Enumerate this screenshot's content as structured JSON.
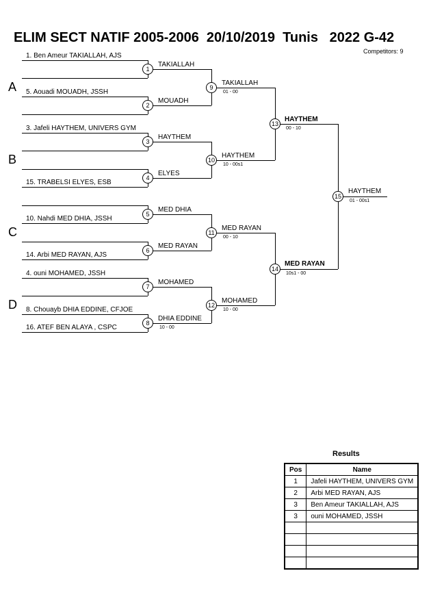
{
  "title": "ELIM SECT NATIF 2005-2006  20/10/2019  Tunis   2022 G-42",
  "competitors": "Competitors: 9",
  "sections": [
    "A",
    "B",
    "C",
    "D"
  ],
  "entries": [
    "1. Ben Ameur TAKIALLAH, AJS",
    "5. Aouadi MOUADH, JSSH",
    "3. Jafeli HAYTHEM, UNIVERS GYM",
    "15. TRABELSI ELYES, ESB",
    "10. Nahdi MED DHIA, JSSH",
    "14. Arbi MED RAYAN, AJS",
    "4. ouni MOHAMED, JSSH",
    "8. Chouayb DHIA EDDINE, CFJOE",
    "16. ATEF BEN ALAYA , CSPC"
  ],
  "round1": [
    {
      "num": "1",
      "winner": "TAKIALLAH"
    },
    {
      "num": "2",
      "winner": "MOUADH"
    },
    {
      "num": "3",
      "winner": "HAYTHEM"
    },
    {
      "num": "4",
      "winner": "ELYES"
    },
    {
      "num": "5",
      "winner": "MED DHIA"
    },
    {
      "num": "6",
      "winner": "MED RAYAN"
    },
    {
      "num": "7",
      "winner": "MOHAMED"
    },
    {
      "num": "8",
      "winner": "DHIA EDDINE",
      "score": "10 - 00"
    }
  ],
  "round2": [
    {
      "num": "9",
      "winner": "TAKIALLAH",
      "score": "01 - 00"
    },
    {
      "num": "10",
      "winner": "HAYTHEM",
      "score": "10 - 00s1"
    },
    {
      "num": "11",
      "winner": "MED RAYAN",
      "score": "00 - 10"
    },
    {
      "num": "12",
      "winner": "MOHAMED",
      "score": "10 - 00"
    }
  ],
  "round3": [
    {
      "num": "13",
      "winner": "HAYTHEM",
      "score": "00 - 10"
    },
    {
      "num": "14",
      "winner": "MED RAYAN",
      "score": "10s1 - 00"
    }
  ],
  "final": {
    "num": "15",
    "winner": "HAYTHEM",
    "score": "01 - 00s1"
  },
  "results": {
    "title": "Results",
    "headers": {
      "pos": "Pos",
      "name": "Name"
    },
    "rows": [
      {
        "pos": "1",
        "name": "Jafeli HAYTHEM, UNIVERS GYM"
      },
      {
        "pos": "2",
        "name": "Arbi MED RAYAN, AJS"
      },
      {
        "pos": "3",
        "name": "Ben Ameur TAKIALLAH, AJS"
      },
      {
        "pos": "3",
        "name": "ouni MOHAMED, JSSH"
      },
      {
        "pos": "",
        "name": ""
      },
      {
        "pos": "",
        "name": ""
      },
      {
        "pos": "",
        "name": ""
      },
      {
        "pos": "",
        "name": ""
      }
    ]
  }
}
